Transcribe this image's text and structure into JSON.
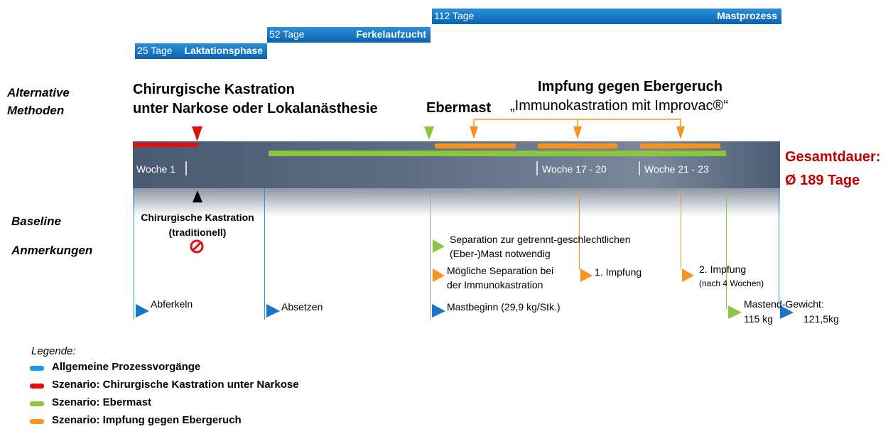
{
  "phases": [
    {
      "days": "25 Tage",
      "name": "Laktationsphase"
    },
    {
      "days": "52 Tage",
      "name": "Ferkelaufzucht"
    },
    {
      "days": "112 Tage",
      "name": "Mastprozess"
    }
  ],
  "row_labels": {
    "alternative_line1": "Alternative",
    "alternative_line2": "Methoden",
    "baseline": "Baseline",
    "notes": "Anmerkungen"
  },
  "methods": {
    "surgical_line1": "Chirurgische Kastration",
    "surgical_line2": "unter Narkose oder Lokalanästhesie",
    "boar": "Ebermast",
    "vaccination_title": "Impfung gegen Ebergeruch",
    "vaccination_subtitle": "„Immunokastration mit Improvac®“"
  },
  "timeline": {
    "week1": "Woche 1",
    "week17": "Woche 17 - 20",
    "week21": "Woche 21 - 23"
  },
  "total": {
    "line1": "Gesamtdauer:",
    "line2": "Ø 189 Tage"
  },
  "baseline": {
    "line1": "Chirurgische Kastration",
    "line2": "(traditionell)"
  },
  "notes": {
    "separation_line1": "Separation zur getrennt-geschlechtlichen",
    "separation_line2": "(Eber-)Mast notwendig",
    "possible_line1": "Mögliche Separation bei",
    "possible_line2": "der Immunokastration",
    "vaccination1": "1. Impfung",
    "vaccination2": "2. Impfung",
    "vaccination2_note": "(nach 4 Wochen)",
    "farrowing": "Abferkeln",
    "weaning": "Absetzen",
    "fattening_start": "Mastbeginn  (29,9 kg/Stk.)",
    "end_weight_label": "Mastend-Gewicht:",
    "end_weight_boar": "115 kg",
    "end_weight_general": "121,5kg"
  },
  "legend": {
    "title": "Legende:",
    "items": [
      {
        "label": "Allgemeine Prozessvorgänge",
        "color": "#1a9be6"
      },
      {
        "label": "Szenario: Chirurgische Kastration unter Narkose",
        "color": "#e01010"
      },
      {
        "label": "Szenario: Ebermast",
        "color": "#8cc63f"
      },
      {
        "label": "Szenario: Impfung gegen Ebergeruch",
        "color": "#f7941d"
      }
    ]
  },
  "colors": {
    "general": "#1a9be6",
    "surgical": "#e01010",
    "boar": "#8cc63f",
    "vaccination": "#f7941d",
    "total": "#c00000"
  }
}
